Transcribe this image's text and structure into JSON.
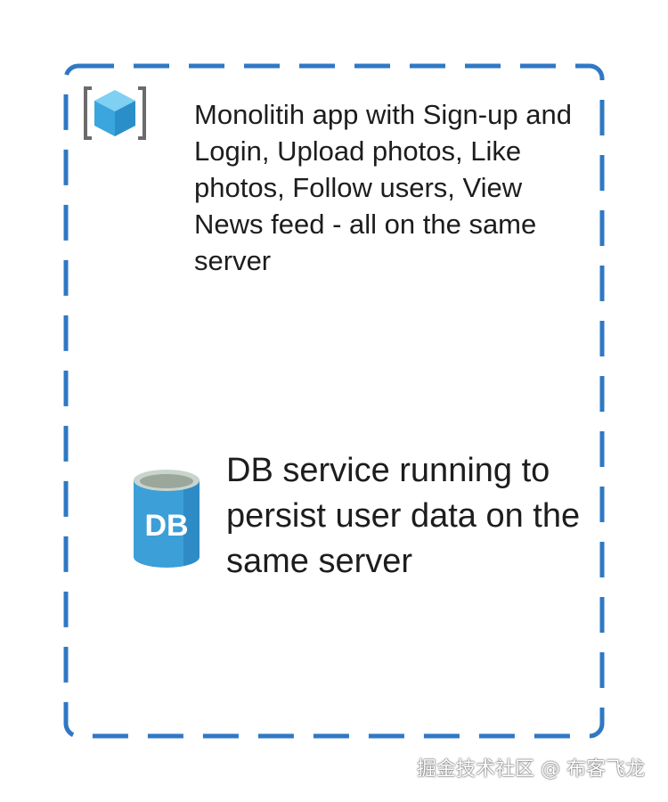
{
  "diagram": {
    "app_component": {
      "icon": "cube-icon",
      "description": "Monolitih app with Sign-up and Login, Upload photos, Like photos, Follow users, View News feed - all on the same server"
    },
    "db_component": {
      "icon": "database-icon",
      "icon_label": "DB",
      "description": "DB service running to persist user data on the same server"
    }
  },
  "watermark": {
    "text": "掘金技术社区 @ 布客飞龙"
  },
  "colors": {
    "border": "#2f78c4",
    "db_blue": "#3c9fd8",
    "db_top": "#9aa79a",
    "cube_blue": "#3aa6dd",
    "bracket_gray": "#6b6b6b"
  }
}
